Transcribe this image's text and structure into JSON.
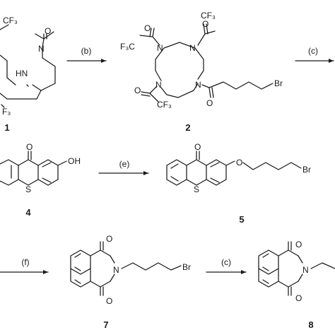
{
  "compounds": [
    {
      "number": "1"
    },
    {
      "number": "2"
    },
    {
      "number": "4"
    },
    {
      "number": "5"
    },
    {
      "number": "7"
    },
    {
      "number": "8"
    }
  ],
  "steps": [
    {
      "label": "(b)"
    },
    {
      "label": "(c)"
    },
    {
      "label": "(e)"
    },
    {
      "label": "(f)"
    },
    {
      "label": "(c)"
    }
  ],
  "atoms": {
    "cf3_1a": "CF₃",
    "n_1": "N",
    "hn_1": "HN",
    "f3_1": "F₃",
    "o_1": "O",
    "cf3_2a": "CF₃",
    "cf3_2b": "F₃C",
    "cf3_2c": "CF₃",
    "o_2a": "O",
    "o_2b": "O",
    "o_2c": "O",
    "o_2d": "O",
    "n_2a": "N",
    "n_2b": "N",
    "n_2c": "N",
    "n_2d": "N",
    "br_2": "Br",
    "o_4": "O",
    "oh_4": "OH",
    "s_4": "S",
    "o_5a": "O",
    "o_5b": "O",
    "s_5": "S",
    "br_5": "Br",
    "o_7a": "O",
    "o_7b": "O",
    "n_7": "N",
    "br_7": "Br",
    "o_8a": "O",
    "o_8b": "O",
    "n_8": "N"
  }
}
